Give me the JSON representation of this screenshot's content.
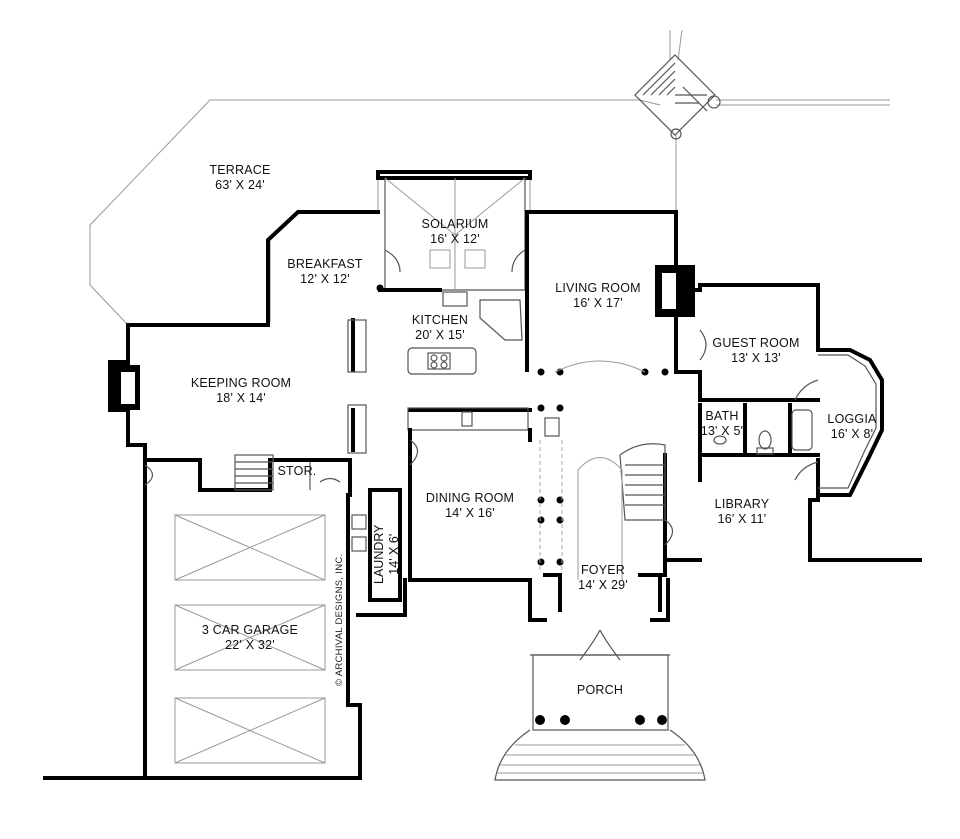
{
  "rooms": {
    "terrace": {
      "name": "TERRACE",
      "size": "63' X 24'"
    },
    "solarium": {
      "name": "SOLARIUM",
      "size": "16' X 12'"
    },
    "breakfast": {
      "name": "BREAKFAST",
      "size": "12' X 12'"
    },
    "kitchen": {
      "name": "KITCHEN",
      "size": "20' X 15'"
    },
    "living_room": {
      "name": "LIVING ROOM",
      "size": "16' X 17'"
    },
    "guest_room": {
      "name": "GUEST ROOM",
      "size": "13' X 13'"
    },
    "keeping_room": {
      "name": "KEEPING ROOM",
      "size": "18' X 14'"
    },
    "bath": {
      "name": "BATH",
      "size": "13' X 5'"
    },
    "loggia": {
      "name": "LOGGIA",
      "size": "16' X 8'"
    },
    "stor": {
      "name": "STOR."
    },
    "dining_room": {
      "name": "DINING ROOM",
      "size": "14' X 16'"
    },
    "library": {
      "name": "LIBRARY",
      "size": "16' X 11'"
    },
    "laundry": {
      "name": "LAUNDRY",
      "size": "14' X 6'"
    },
    "foyer": {
      "name": "FOYER",
      "size": "14' X 29'"
    },
    "garage": {
      "name": "3 CAR GARAGE",
      "size": "22' X 32'"
    },
    "porch": {
      "name": "PORCH"
    }
  },
  "copyright": "© ARCHIVAL DESIGNS, INC.",
  "colors": {
    "wall": "#000000",
    "line": "#555555",
    "background": "#ffffff"
  }
}
